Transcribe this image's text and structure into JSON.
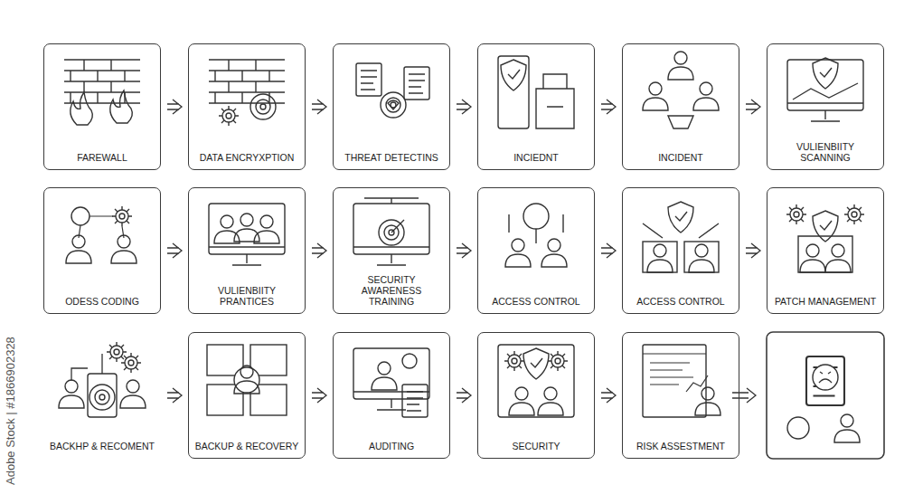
{
  "diagram": {
    "nodes": [
      {
        "text": [
          "FAREWALL"
        ]
      },
      {
        "text": [
          "DATA ENCRYXPTION"
        ]
      },
      {
        "text": [
          "THREAT DETECTINS"
        ]
      },
      {
        "text": [
          "INCIEDNT"
        ]
      },
      {
        "text": [
          "INCIDENT"
        ]
      },
      {
        "text": [
          "VULIENBIITY SCANNING"
        ]
      },
      {
        "text": [
          "ODESS CODING"
        ]
      },
      {
        "text": [
          "VULIENBIITY PRANTICES"
        ]
      },
      {
        "text": [
          "SECURITY AWARENESS TRAINING"
        ]
      },
      {
        "text": [
          "ACCESS CONTROL"
        ]
      },
      {
        "text": [
          "ACCESS CONTROL"
        ]
      },
      {
        "text": [
          "PATCH MANAGEMENT"
        ]
      },
      {
        "text": [
          "BACKHP & RECOMENT"
        ]
      },
      {
        "text": [
          "BACKUP & RECOVERY"
        ]
      },
      {
        "text": [
          "AUDITING"
        ]
      },
      {
        "text": [
          "SECURITY"
        ]
      },
      {
        "text": [
          "RISK ASSESTMENT"
        ]
      }
    ],
    "edges": [
      {
        "from": 0,
        "to": 1,
        "arrow": "to"
      },
      {
        "from": 1,
        "to": 2,
        "arrow": "to"
      },
      {
        "from": 2,
        "to": 3,
        "arrow": "to"
      },
      {
        "from": 3,
        "to": 4,
        "arrow": "to"
      },
      {
        "from": 4,
        "to": 5,
        "arrow": "to"
      },
      {
        "from": 6,
        "to": 7,
        "arrow": "to"
      },
      {
        "from": 7,
        "to": 8,
        "arrow": "to"
      },
      {
        "from": 8,
        "to": 9,
        "arrow": "to"
      },
      {
        "from": 9,
        "to": 10,
        "arrow": "to"
      },
      {
        "from": 10,
        "to": 11,
        "arrow": "to"
      },
      {
        "from": 12,
        "to": 13,
        "arrow": "to"
      },
      {
        "from": 13,
        "to": 14,
        "arrow": "to"
      },
      {
        "from": 14,
        "to": 15,
        "arrow": "to"
      },
      {
        "from": 15,
        "to": 16,
        "arrow": "to"
      }
    ],
    "labels": [
      "Adobe Stock | #1866902328"
    ]
  }
}
